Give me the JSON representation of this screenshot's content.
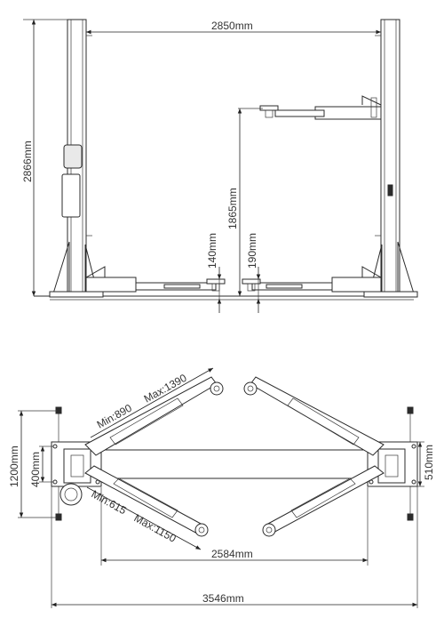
{
  "side_view": {
    "span_between_posts": "2850mm",
    "overall_height": "2866mm",
    "max_lift_height": "1865mm",
    "min_pad_height": "140mm",
    "base_height": "190mm"
  },
  "top_view": {
    "arm_front_range": {
      "min": "Min:890",
      "max": "Max:1390"
    },
    "arm_rear_range": {
      "min": "Min:615",
      "max": "Max:1150"
    },
    "base_depth": "1200mm",
    "column_depth_left": "400mm",
    "column_depth_right": "510mm",
    "inner_width": "2584mm",
    "overall_width": "3546mm"
  }
}
